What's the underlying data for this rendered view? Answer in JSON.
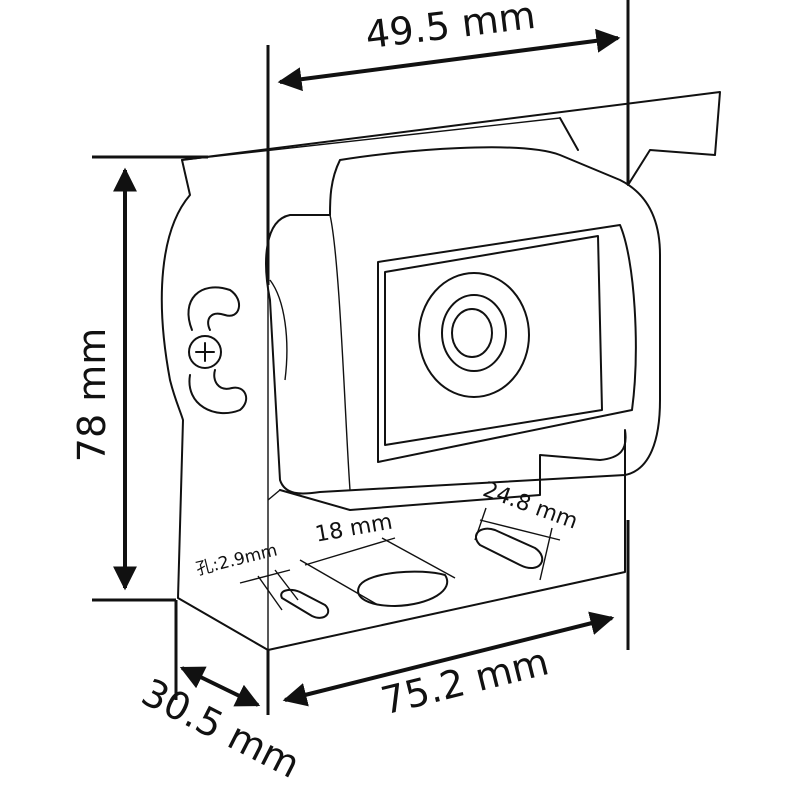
{
  "dimensions": {
    "top_width": "49.5 mm",
    "height": "78 mm",
    "depth": "30.5 mm",
    "base_width": "75.2 mm",
    "slot_width": "18 mm",
    "slot_right": "24.8 mm",
    "hole": "孔:2.9mm"
  },
  "colors": {
    "line": "#111111",
    "background": "#ffffff"
  }
}
